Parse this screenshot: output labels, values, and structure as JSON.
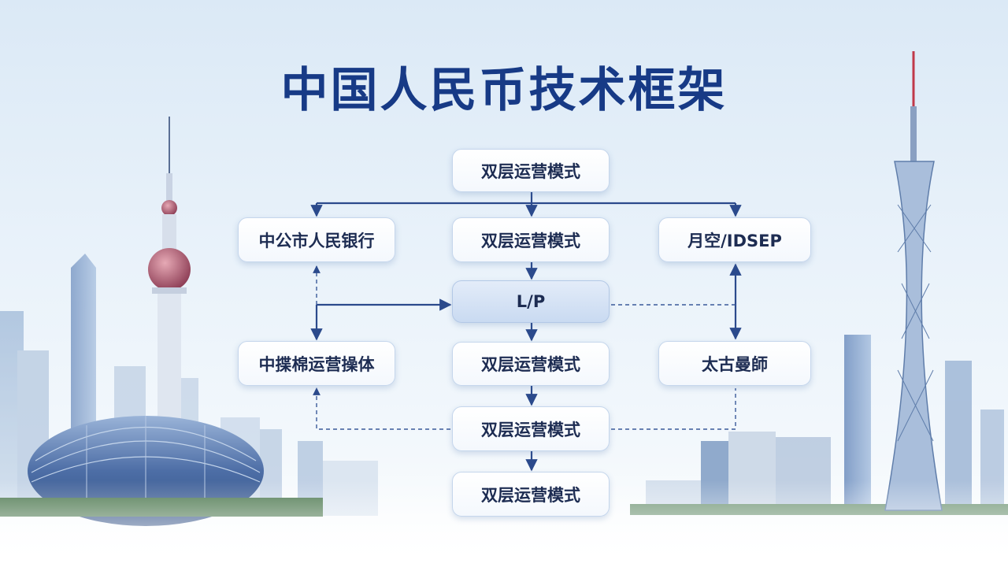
{
  "title": "中国人民币技术框架",
  "nodes": {
    "top": "双层运营模式",
    "left1": "中公市人民银行",
    "mid1": "双层运营模式",
    "right1": "月空/IDSEP",
    "center": "L/P",
    "left2": "中揲棉运营操体",
    "mid2": "双层运营模式",
    "right2": "太古曼師",
    "mid3": "双层运营模式",
    "mid4": "双层运营模式"
  },
  "colors": {
    "title": "#173a86",
    "connector": "#2b4a8c",
    "node_text": "#1d2c52"
  }
}
